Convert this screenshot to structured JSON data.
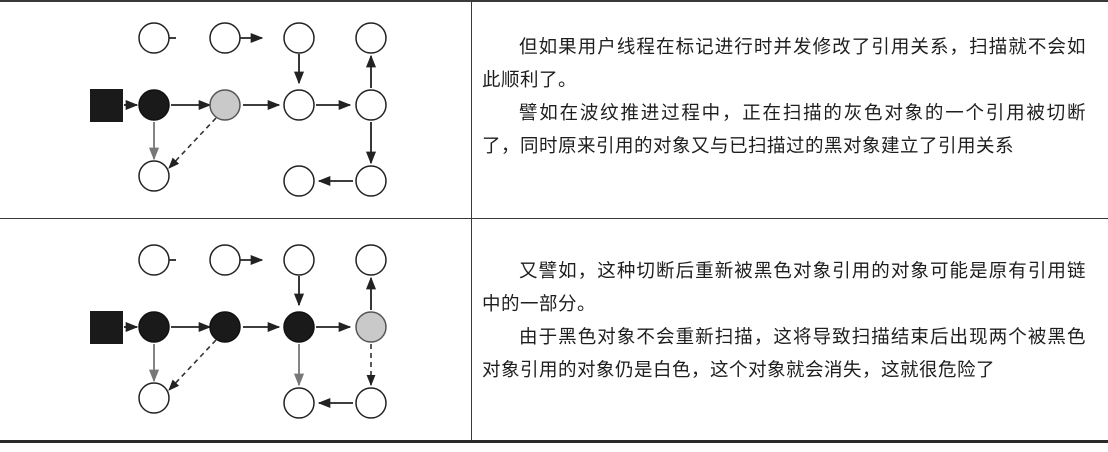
{
  "rows": [
    {
      "paragraphs": [
        "但如果用户线程在标记进行时并发修改了引用关系，扫描就不会如此顺利了。",
        "譬如在波纹推进过程中，正在扫描的灰色对象的一个引用被切断了，同时原来引用的对象又与已扫描过的黑对象建立了引用关系"
      ]
    },
    {
      "paragraphs": [
        "又譬如，这种切断后重新被黑色对象引用的对象可能是原有引用链中的一部分。",
        "由于黑色对象不会重新扫描，这将导致扫描结束后出现两个被黑色对象引用的对象仍是白色，这个对象就会消失，这就很危险了"
      ]
    }
  ],
  "colors": {
    "black_object": "#1a1a1a",
    "gray_object": "#c9c9c9",
    "white_object": "#ffffff",
    "line": "#222222",
    "gray_arrow": "#7a7a7a"
  }
}
